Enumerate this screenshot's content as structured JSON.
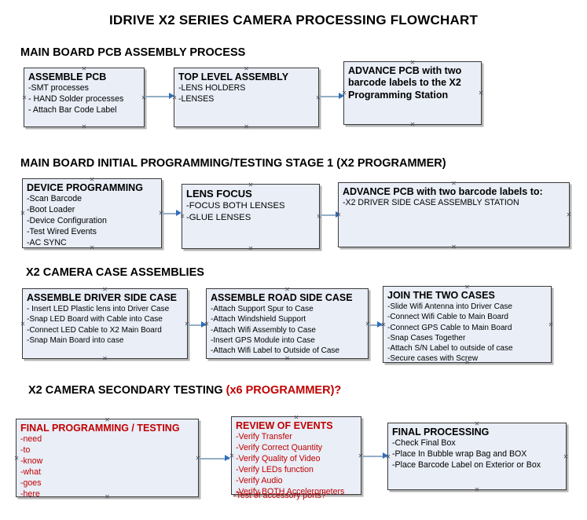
{
  "document": {
    "title": "IDRIVE X2  SERIES CAMERA PROCESSING FLOWCHART"
  },
  "colors": {
    "node_fill": "#e9eef7",
    "node_border": "#3a3a3a",
    "connector": "#93aec6",
    "arrowhead": "#2f6fbe",
    "accent_red": "#c00000",
    "text_black": "#000000"
  },
  "sections": [
    {
      "id": "main-board-pcb-assembly",
      "heading": "MAIN BOARD PCB ASSEMBLY PROCESS",
      "heading_accent": "",
      "nodes": [
        {
          "id": "assemble-pcb",
          "title": "ASSEMBLE PCB",
          "lines": [
            "-SMT processes",
            "- HAND Solder processes",
            "- Attach Bar Code Label"
          ]
        },
        {
          "id": "top-level-assembly",
          "title": "TOP LEVEL ASSEMBLY",
          "lines": [
            "-LENS HOLDERS",
            "-LENSES"
          ]
        },
        {
          "id": "advance-pcb-x2-programming-station",
          "title": "ADVANCE PCB with two barcode labels to the  X2 Programming Station",
          "lines": []
        }
      ]
    },
    {
      "id": "main-board-initial-programming",
      "heading": "MAIN BOARD INITIAL PROGRAMMING/TESTING STAGE 1 (X2 PROGRAMMER)",
      "heading_accent": "",
      "nodes": [
        {
          "id": "device-programming",
          "title": "DEVICE PROGRAMMING",
          "lines": [
            "-Scan Barcode",
            "-Boot Loader",
            "-Device Configuration",
            "-Test Wired Events",
            "-AC SYNC"
          ]
        },
        {
          "id": "lens-focus",
          "title": "LENS FOCUS",
          "lines": [
            "-FOCUS BOTH LENSES",
            "-GLUE LENSES"
          ]
        },
        {
          "id": "advance-pcb-driver-side-case",
          "title": "ADVANCE PCB with two barcode labels to:",
          "lines": [
            "-X2 DRIVER  SIDE  CASE  ASSEMBLY STATION"
          ]
        }
      ]
    },
    {
      "id": "x2-camera-case-assemblies",
      "heading": "X2 CAMERA CASE ASSEMBLIES",
      "heading_accent": "",
      "nodes": [
        {
          "id": "assemble-driver-side-case",
          "title": "ASSEMBLE DRIVER SIDE CASE",
          "lines": [
            "- Insert LED Plastic lens into Driver Case",
            "-Snap LED Board with Cable into Case",
            "-Connect LED Cable to X2 Main Board",
            "-Snap Main Board into case"
          ]
        },
        {
          "id": "assemble-road-side-case",
          "title": "ASSEMBLE ROAD SIDE CASE",
          "lines": [
            "-Attach Support Spur to Case",
            "-Attach Windshield Support",
            "-Attach Wifi Assembly to Case",
            "-Insert GPS Module into Case",
            "-Attach Wifi Label to Outside of Case"
          ]
        },
        {
          "id": "join-the-two-cases",
          "title": "JOIN THE TWO CASES",
          "lines": [
            "-Slide Wifi Antenna into Driver Case",
            "-Connect Wifi Cable to Main Board",
            "-Connect GPS Cable to Main Board",
            "-Snap Cases Together",
            "-Attach S/N Label to outside of case",
            "-Secure cases with Screw"
          ]
        }
      ]
    },
    {
      "id": "x2-camera-secondary-testing",
      "heading": "X2 CAMERA SECONDARY TESTING ",
      "heading_accent": "(x6 PROGRAMMER)?",
      "nodes": [
        {
          "id": "final-programming-testing",
          "title": "FINAL PROGRAMMING / TESTING",
          "lines": [
            "-need",
            "-to",
            "-know",
            "-what",
            "-goes",
            "-here"
          ]
        },
        {
          "id": "review-of-events",
          "title": "REVIEW OF EVENTS",
          "lines": [
            "-Verify Transfer",
            "-Verify Correct Quantity",
            "-Verify Quality of Video",
            "-Verify LEDs function",
            "-Verify Audio",
            "-Verify BOTH Accelerometers"
          ],
          "overflow_line": "-Test of accessory ports?"
        },
        {
          "id": "final-processing",
          "title": "FINAL PROCESSING",
          "lines": [
            "-Check Final Box",
            "-Place In Bubble wrap Bag and BOX",
            "-Place Barcode Label on Exterior or Box"
          ]
        }
      ]
    }
  ]
}
